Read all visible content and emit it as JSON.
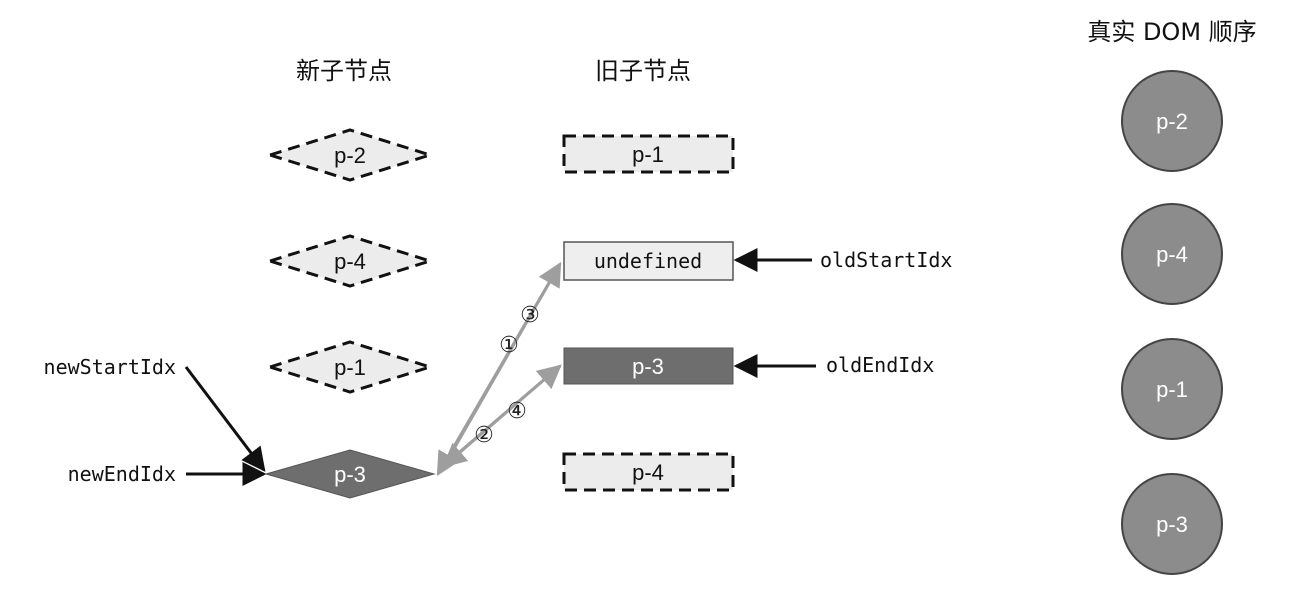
{
  "headings": {
    "new_children": "新子节点",
    "old_children": "旧子节点",
    "real_dom_order": "真实 DOM 顺序"
  },
  "new_children": [
    {
      "label": "p-2",
      "state": "processed"
    },
    {
      "label": "p-4",
      "state": "processed"
    },
    {
      "label": "p-1",
      "state": "processed"
    },
    {
      "label": "p-3",
      "state": "current"
    }
  ],
  "old_children": [
    {
      "label": "p-1",
      "state": "processed"
    },
    {
      "label": "undefined",
      "state": "empty"
    },
    {
      "label": "p-3",
      "state": "current"
    },
    {
      "label": "p-4",
      "state": "processed"
    }
  ],
  "real_dom": [
    "p-2",
    "p-4",
    "p-1",
    "p-3"
  ],
  "pointers": {
    "new_start": "newStartIdx",
    "new_end": "newEndIdx",
    "old_start": "oldStartIdx",
    "old_end": "oldEndIdx"
  },
  "steps": {
    "to_old_start": [
      "③",
      "①"
    ],
    "to_old_end": [
      "④",
      "②"
    ]
  },
  "colors": {
    "processed_fill": "#ececec",
    "current_fill": "#6e6e6e",
    "empty_fill": "#eeeeee",
    "dom_circle_fill": "#8c8c8c",
    "dom_circle_stroke": "#444444",
    "arrow_gray": "#9e9e9e",
    "pointer_black": "#111111"
  }
}
